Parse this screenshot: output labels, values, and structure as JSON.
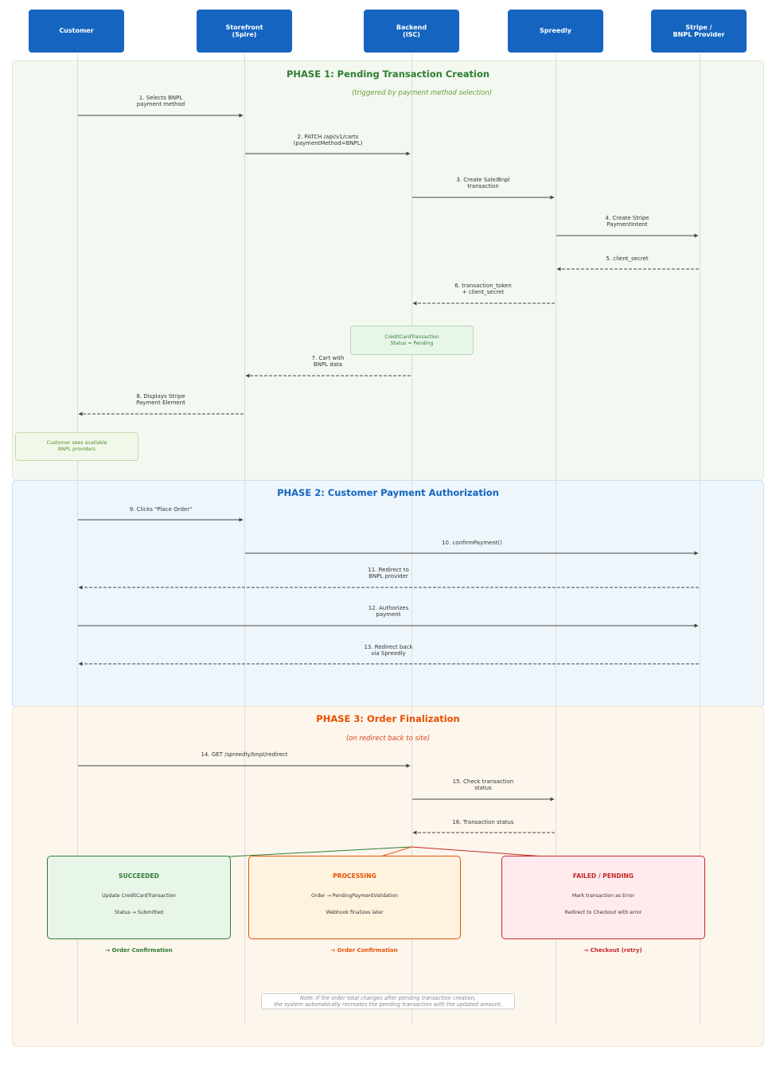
{
  "actors": [
    {
      "id": "customer",
      "label": "Customer"
    },
    {
      "id": "storefront",
      "label": "Storefront\n(Spire)"
    },
    {
      "id": "backend",
      "label": "Backend\n(ISC)"
    },
    {
      "id": "spreedly",
      "label": "Spreedly"
    },
    {
      "id": "stripe",
      "label": "Stripe /\nBNPL Provider"
    }
  ],
  "phases": [
    {
      "title": "PHASE 1: Pending Transaction Creation",
      "subtitle": "(triggered by payment method selection)",
      "color": "#2e7d32",
      "subtitle_color": "#689f38"
    },
    {
      "title": "PHASE 2: Customer Payment Authorization",
      "subtitle": "",
      "color": "#1565c0",
      "subtitle_color": "#1565c0"
    },
    {
      "title": "PHASE 3: Order Finalization",
      "subtitle": "(on redirect back to site)",
      "color": "#e65100",
      "subtitle_color": "#d84315"
    }
  ],
  "messages": [
    {
      "text": "1. Selects BNPL\npayment method",
      "from": "customer",
      "to": "storefront",
      "style": "solid"
    },
    {
      "text": "2. PATCH /api/v1/carts\n(paymentMethod=BNPL)",
      "from": "storefront",
      "to": "backend",
      "style": "solid"
    },
    {
      "text": "3. Create Sale/Bnpl\ntransaction",
      "from": "backend",
      "to": "spreedly",
      "style": "solid"
    },
    {
      "text": "4. Create Stripe\nPaymentIntent",
      "from": "spreedly",
      "to": "stripe",
      "style": "solid"
    },
    {
      "text": "5. client_secret",
      "from": "stripe",
      "to": "spreedly",
      "style": "dashed"
    },
    {
      "text": "6. transaction_token\n+ client_secret",
      "from": "spreedly",
      "to": "backend",
      "style": "dashed"
    },
    {
      "text": "7. Cart with\nBNPL data",
      "from": "backend",
      "to": "storefront",
      "style": "dashed"
    },
    {
      "text": "8. Displays Stripe\nPayment Element",
      "from": "storefront",
      "to": "customer",
      "style": "dashed"
    },
    {
      "text": "9. Clicks \"Place Order\"",
      "from": "customer",
      "to": "storefront",
      "style": "solid"
    },
    {
      "text": "10. confirmPayment()",
      "from": "storefront",
      "to": "stripe",
      "style": "solid"
    },
    {
      "text": "11. Redirect to\nBNPL provider",
      "from": "stripe",
      "to": "customer",
      "style": "dashed"
    },
    {
      "text": "12. Authorizes\npayment",
      "from": "customer",
      "to": "stripe",
      "style": "solid"
    },
    {
      "text": "13. Redirect back\nvia Spreedly",
      "from": "stripe",
      "to": "customer",
      "style": "dashed"
    },
    {
      "text": "14. GET /spreedly/bnpl/redirect",
      "from": "customer",
      "to": "backend",
      "style": "solid"
    },
    {
      "text": "15. Check transaction\nstatus",
      "from": "backend",
      "to": "spreedly",
      "style": "solid"
    },
    {
      "text": "16. Transaction status",
      "from": "spreedly",
      "to": "backend",
      "style": "dashed"
    }
  ],
  "notes": [
    {
      "text": "CreditCardTransaction\nStatus = Pending"
    },
    {
      "text": "Customer sees available\nBNPL providers"
    }
  ],
  "outcomes": [
    {
      "title": "SUCCEEDED",
      "line1": "Update CreditCardTransaction",
      "line2": "Status → Submitted",
      "result": "→ Order Confirmation",
      "color": "#2e7d32",
      "bg": "#e8f5e9"
    },
    {
      "title": "PROCESSING",
      "line1": "Order → PendingPaymentValidation",
      "line2": "Webhook finalizes later",
      "result": "→ Order Confirmation",
      "color": "#e65100",
      "bg": "#fff3e0"
    },
    {
      "title": "FAILED / PENDING",
      "line1": "Mark transaction as Error",
      "line2": "Redirect to Checkout with error",
      "result": "→ Checkout (retry)",
      "color": "#c62828",
      "bg": "#ffebee"
    }
  ],
  "footnote": "Note: If the order total changes after pending transaction creation,\nthe system automatically recreates the pending transaction with the updated amount.",
  "colors": {
    "actor": "#1565c0",
    "arrow": "#444444"
  }
}
